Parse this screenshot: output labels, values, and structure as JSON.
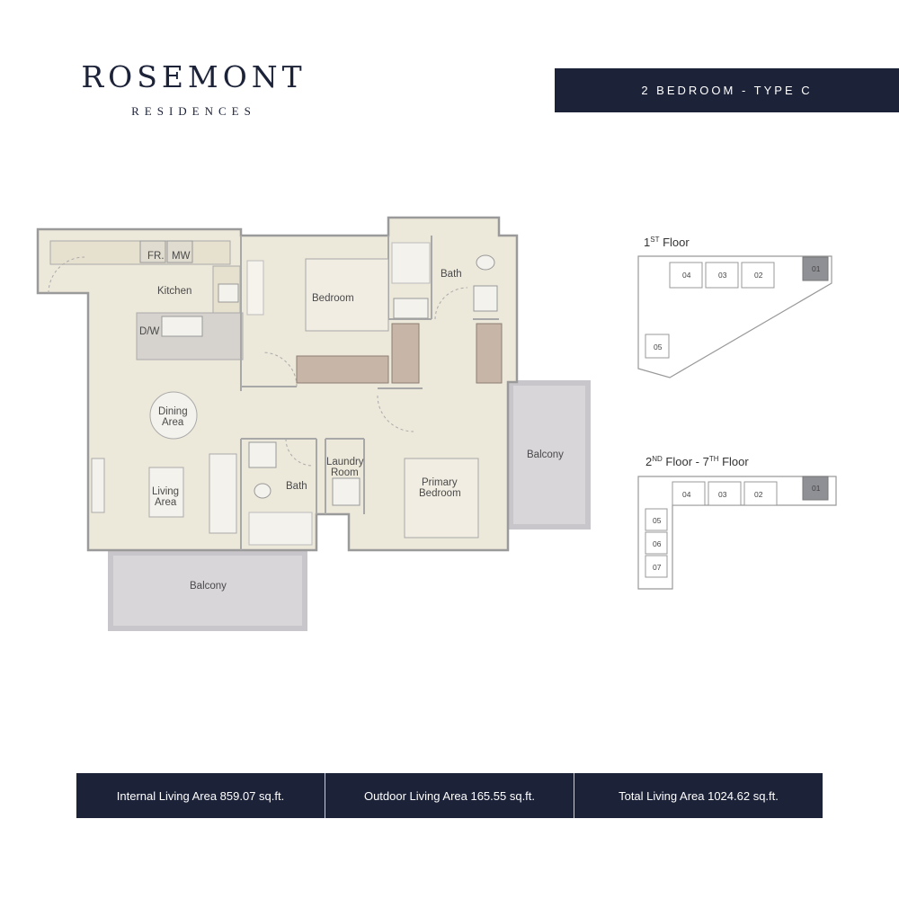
{
  "brand": {
    "name": "ROSEMONT",
    "subtitle": "RESIDENCES"
  },
  "unit_type": "2 BEDROOM - TYPE C",
  "rooms": {
    "fridge": "FR.",
    "microwave": "MW",
    "kitchen": "Kitchen",
    "dishwasher": "D/W",
    "bedroom": "Bedroom",
    "bath_top": "Bath",
    "dining_1": "Dining",
    "dining_2": "Area",
    "laundry_1": "Laundry",
    "laundry_2": "Room",
    "bath_mid": "Bath",
    "living_1": "Living",
    "living_2": "Area",
    "primary_1": "Primary",
    "primary_2": "Bedroom",
    "balcony_right": "Balcony",
    "balcony_bottom": "Balcony"
  },
  "key_plan_1": {
    "title_a": "1",
    "title_sup": "ST",
    "title_b": " Floor",
    "units": [
      "04",
      "03",
      "02",
      "01",
      "05"
    ]
  },
  "key_plan_2": {
    "title_a": "2",
    "title_sup": "ND",
    "title_b": " Floor - 7",
    "title_sup2": "TH",
    "title_c": " Floor",
    "units": [
      "04",
      "03",
      "02",
      "01",
      "05",
      "06",
      "07"
    ]
  },
  "areas": {
    "internal": "Internal Living Area 859.07 sq.ft.",
    "outdoor": "Outdoor Living Area 165.55 sq.ft.",
    "total": "Total Living Area 1024.62  sq.ft."
  },
  "colors": {
    "navy": "#1c2238",
    "floor": "#ece8da",
    "balcony": "#d6d3d8",
    "furniture": "#c7b5a8"
  }
}
